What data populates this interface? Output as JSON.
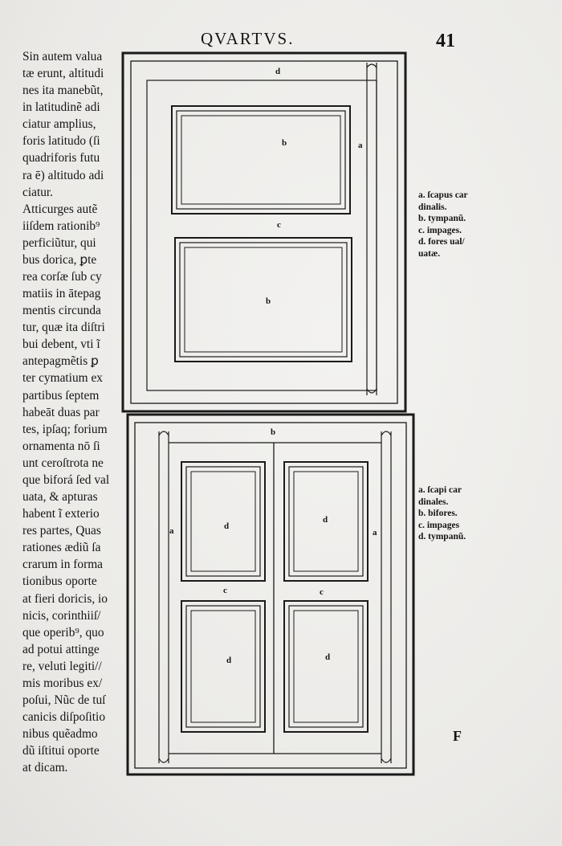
{
  "header": {
    "title": "QVARTVS.",
    "folio": "41"
  },
  "body_text": [
    "Sin autem valua",
    "tæ erunt, altitudi",
    "nes ita manebũt,",
    "in latitudinẽ adi",
    "ciatur amplius,",
    "foris latitudo (ſi",
    "quadriforis futu",
    "ra ē) altitudo adi",
    "ciatur.",
    "Atticurges autẽ",
    "iiſdem rationib⁹",
    "perficiũtur, qui",
    "bus dorica, ꝑte",
    "rea corſæ ſub cy",
    "matiis in ātepag",
    "mentis circunda",
    "tur, quæ ita diſtri",
    "bui debent, vti ĩ",
    "antepagmẽtis ꝑ",
    "ter cymatium ex",
    "partibus ſeptem",
    "habeāt duas par",
    "tes, ipſaq; forium",
    "ornamenta nō ſi",
    "unt ceroſtrota ne",
    "que biforá ſed val",
    "uata, & apturas",
    "habent ĩ exterio",
    "res partes, Quas",
    "rationes ædiũ ſa",
    "crarum in forma",
    "tionibus oporte",
    "at fieri doricis, io",
    "nicis, corinthiiſ/",
    "que operib⁹, quo",
    "ad potui attinge",
    "re, veluti legiti//",
    "mis moribus ex/",
    "poſui, Nũc de tuſ",
    "canicis diſpoſitio",
    "nibus quẽadmo",
    "dũ iſtitui oporte",
    "at dicam."
  ],
  "figure1": {
    "labels": {
      "a": "a",
      "b_top": "b",
      "b_bottom": "b",
      "c": "c",
      "d": "d"
    },
    "legend": [
      "a. ſcapus car",
      "dinalis.",
      "b. tympanũ.",
      "c. impages.",
      "d. fores ual/",
      "uatæ."
    ]
  },
  "figure2": {
    "labels": {
      "a_left": "a",
      "a_right": "a",
      "b": "b",
      "c_left": "c",
      "c_right": "c",
      "d1": "d",
      "d2": "d",
      "d3": "d",
      "d4": "d"
    },
    "legend": [
      "a. ſcapi car",
      "dinales.",
      "b. bifores.",
      "c. impages",
      "d. tympanũ."
    ]
  },
  "signature": "F"
}
